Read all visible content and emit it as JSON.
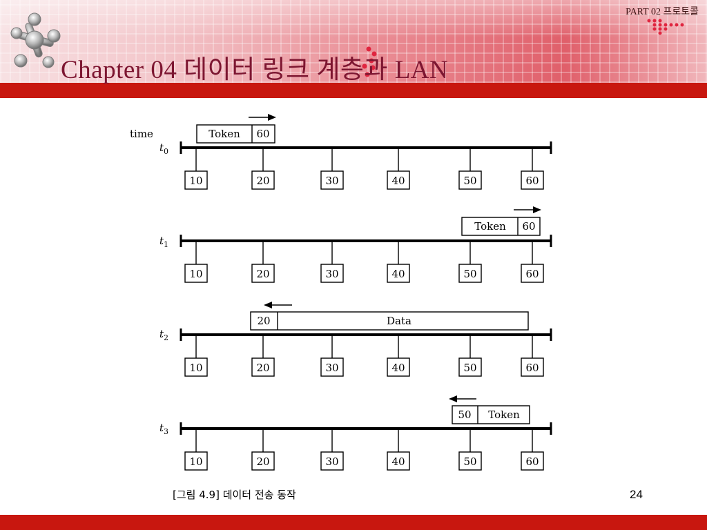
{
  "header": {
    "part_label": "PART 02 프로토콜",
    "title": "Chapter 04 데이터 링크 계층과 LAN"
  },
  "colors": {
    "accent_red": "#c8170f",
    "title_color": "#7d1631"
  },
  "icons": [
    "molecule-logo-icon",
    "dot-pattern-icon"
  ],
  "diagram": {
    "time_label": "time",
    "rows": [
      {
        "time_label": "t",
        "time_sub": "0",
        "frame": [
          "Token",
          "60"
        ],
        "arrow": "right"
      },
      {
        "time_label": "t",
        "time_sub": "1",
        "frame": [
          "Token",
          "60"
        ],
        "arrow": "right"
      },
      {
        "time_label": "t",
        "time_sub": "2",
        "frame": [
          "20",
          "Data"
        ],
        "arrow": "left"
      },
      {
        "time_label": "t",
        "time_sub": "3",
        "frame": [
          "50",
          "Token"
        ],
        "arrow": "left"
      }
    ],
    "stations": [
      "10",
      "20",
      "30",
      "40",
      "50",
      "60"
    ]
  },
  "caption": "[그림 4.9] 데이터 전송 동작",
  "page_number": "24"
}
